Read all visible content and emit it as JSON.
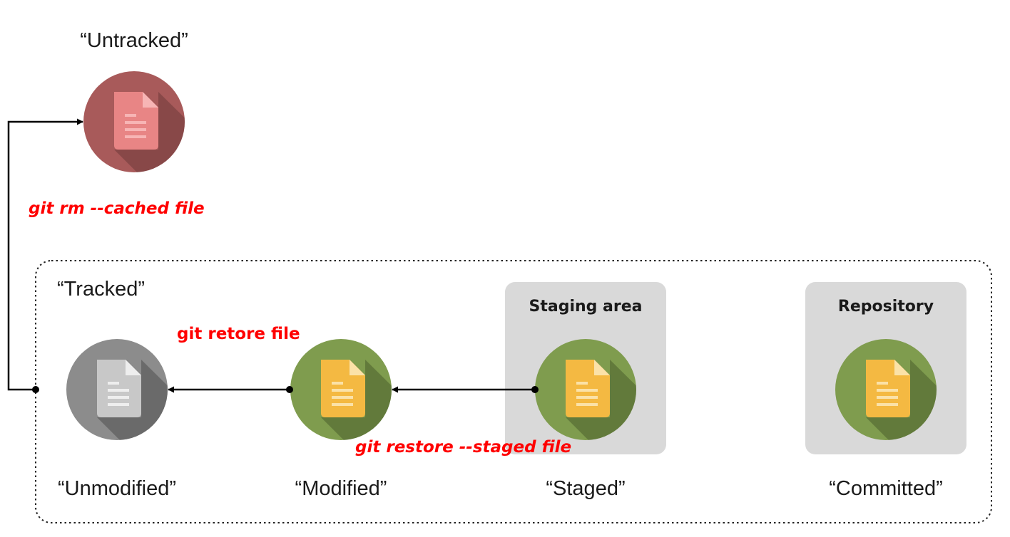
{
  "labels": {
    "untracked": "“Untracked”",
    "tracked": "“Tracked”",
    "unmodified": "“Unmodified”",
    "modified": "“Modified”",
    "staged": "“Staged”",
    "committed": "“Committed”"
  },
  "areas": {
    "staging": "Staging area",
    "repository": "Repository"
  },
  "commands": {
    "rm_cached": "git rm --cached file",
    "restore": "git retore file",
    "restore_staged": "git restore --staged file"
  },
  "icons": {
    "untracked": "file-icon-red",
    "unmodified": "file-icon-gray",
    "modified": "file-icon-green",
    "staged": "file-icon-green",
    "committed": "file-icon-green"
  },
  "colors": {
    "command_text": "#ff0000",
    "untracked_circle": "#a85a5a",
    "unmodified_circle": "#8c8c8c",
    "tracked_circle": "#7f9c4e",
    "yellow_doc": "#f4b942",
    "area_box": "#d9d9d9"
  }
}
